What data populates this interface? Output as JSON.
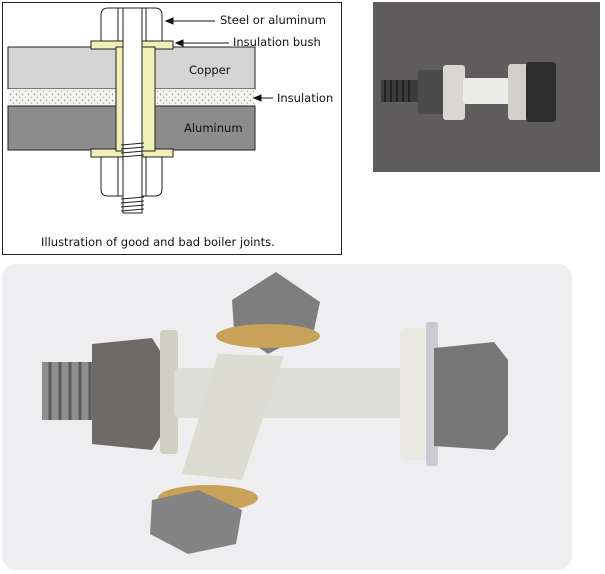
{
  "diagram": {
    "labels": {
      "steel": "Steel or aluminum",
      "bush": "Insulation bush",
      "copper": "Copper",
      "insulation": "Insulation",
      "aluminum": "Aluminum"
    },
    "caption": "Illustration of good and bad boiler joints."
  },
  "colors": {
    "copper_plate": "#d4d4d4",
    "aluminum_plate": "#8c8c8c",
    "bush": "#f3efb8",
    "insulation_layer": "#f5f5f0"
  },
  "photos": {
    "top_photo": "insulated-bolt-assembly-photo",
    "main_photo": "insulated-bolt-kits-photo"
  }
}
